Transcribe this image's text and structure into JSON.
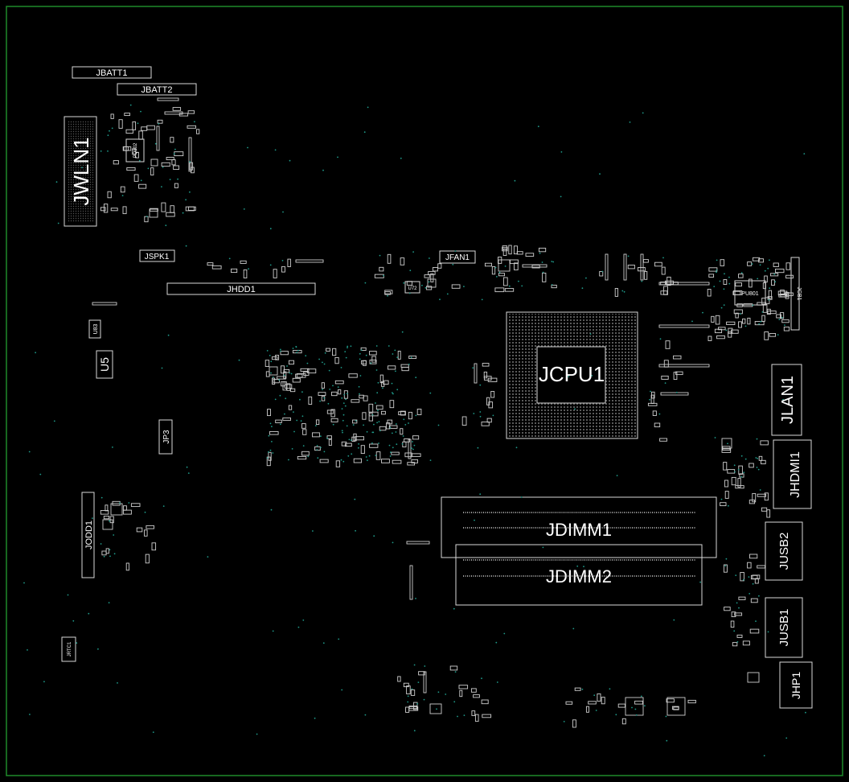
{
  "colors": {
    "background": "#000000",
    "board_outline": "#1f8a2a",
    "silkscreen": "#d8d8d8",
    "via": "#1f9a8a",
    "label": "#ffffff"
  },
  "components": {
    "jbatt1": "JBATT1",
    "jbatt2": "JBATT2",
    "jwln1": "JWLN1",
    "jspk1": "JSPK1",
    "jhdd1": "JHDD1",
    "jfan1": "JFAN1",
    "u72": "U72",
    "pu801": "PU801",
    "jcb1": "JCB1",
    "u83": "U83",
    "u5": "U5",
    "jcpu1": "JCPU1",
    "jlan1": "JLAN1",
    "jp3": "JP3",
    "jhdmi1": "JHDMI1",
    "jodd1": "JODD1",
    "jdimm1": "JDIMM1",
    "jdimm2": "JDIMM2",
    "jusb2": "JUSB2",
    "jusb1": "JUSB1",
    "jrtc1": "JRTC1",
    "jhp1": "JHP1",
    "pq802": "PQ802"
  }
}
